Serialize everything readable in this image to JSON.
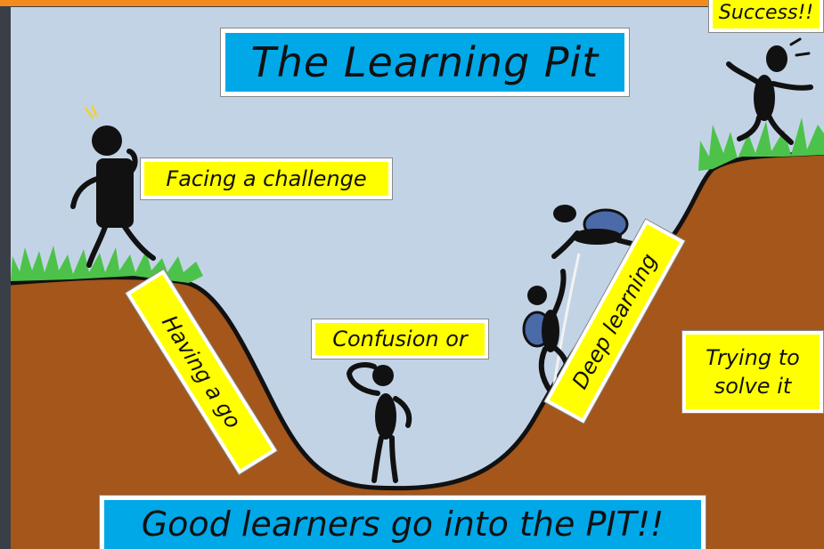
{
  "title": "The Learning Pit",
  "labels": {
    "success": "Success!!",
    "facing": "Facing a challenge",
    "having": "Having a go",
    "confusion": "Confusion or",
    "deep": "Deep learning",
    "trying": "Trying to solve it",
    "bottom": "Good learners go into the PIT!!"
  },
  "colors": {
    "sky": "#c3d3e6",
    "ground": "#a4561b",
    "grass": "#4cc24a",
    "label_yellow": "#ffff00",
    "label_blue": "#00a8e8",
    "top_bar": "#f28a1c",
    "figure": "#111111",
    "backpack": "#4b6aa8"
  },
  "icons": [
    "stick-figure-thinking",
    "stick-figure-confused",
    "stick-figure-climbing",
    "stick-figure-helping",
    "stick-figure-celebrating",
    "climbing-rope"
  ]
}
